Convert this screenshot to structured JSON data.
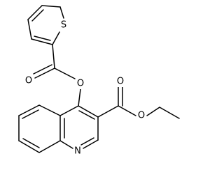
{
  "molecule": {
    "atom_labels": {
      "thiophene_sulfur": "S",
      "carbonyl_oxygen_1": "O",
      "ester_oxygen_1": "O",
      "carbonyl_oxygen_2": "O",
      "ester_oxygen_2": "O",
      "ring_nitrogen": "N"
    }
  }
}
